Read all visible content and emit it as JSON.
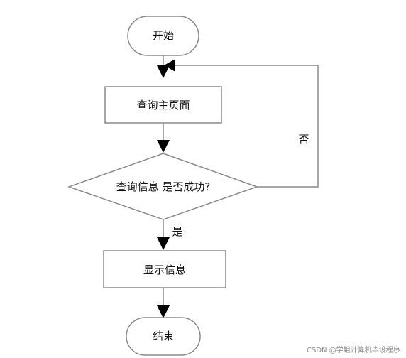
{
  "flowchart": {
    "start_label": "开始",
    "query_home_label": "查询主页面",
    "decision_label": "查询信息 是否成功?",
    "show_info_label": "显示信息",
    "end_label": "结束",
    "no_label": "否",
    "yes_label": "是"
  },
  "watermark": {
    "text": "CSDN @学姐计算机毕设程序"
  },
  "colors": {
    "stroke": "#8a8a8a",
    "arrow": "#000000",
    "fill": "#ffffff",
    "text": "#111111"
  }
}
